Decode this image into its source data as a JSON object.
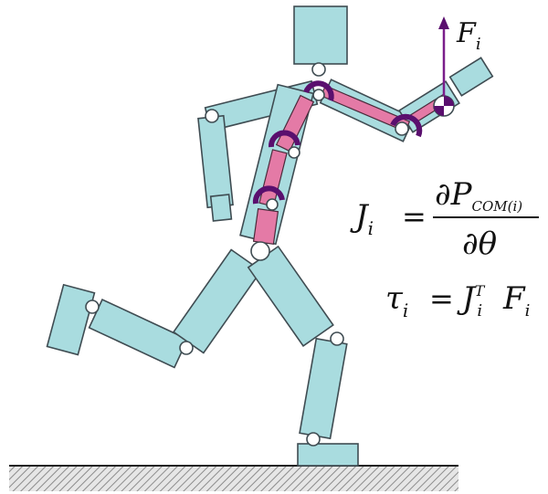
{
  "equations": {
    "force_symbol": "F",
    "force_sub": "i",
    "jacobian_lhs": "J",
    "jacobian_lhs_sub": "i",
    "equals": "=",
    "numerator": "∂P",
    "numerator_sub": "COM(i)",
    "denominator": "∂θ",
    "tau": "τ",
    "tau_sub": "i",
    "tau_rhs_J": "J",
    "tau_rhs_sup": "T",
    "tau_rhs_J_sub": "i",
    "tau_rhs_F": "F",
    "tau_rhs_F_sub": "i"
  },
  "colors": {
    "body": "#a9dcdf",
    "chain": "#e47aa6",
    "torque_arc": "#5a0f6e",
    "force_arrow": "#7a1e8a"
  },
  "icons": [
    "running-figure",
    "torque-arc-icon",
    "force-arrow-icon",
    "ground-hatch"
  ]
}
